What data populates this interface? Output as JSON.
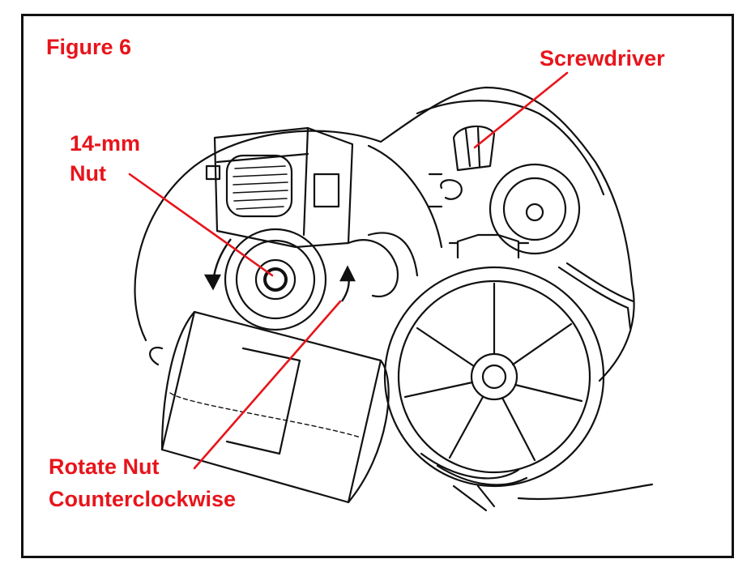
{
  "figure": {
    "title": "Figure 6",
    "label_color": "#e8141b",
    "line_color": "#111111"
  },
  "callouts": {
    "screwdriver": "Screwdriver",
    "nut_line1": "14-mm",
    "nut_line2": "Nut",
    "rotate_line1": "Rotate Nut",
    "rotate_line2": "Counterclockwise"
  }
}
